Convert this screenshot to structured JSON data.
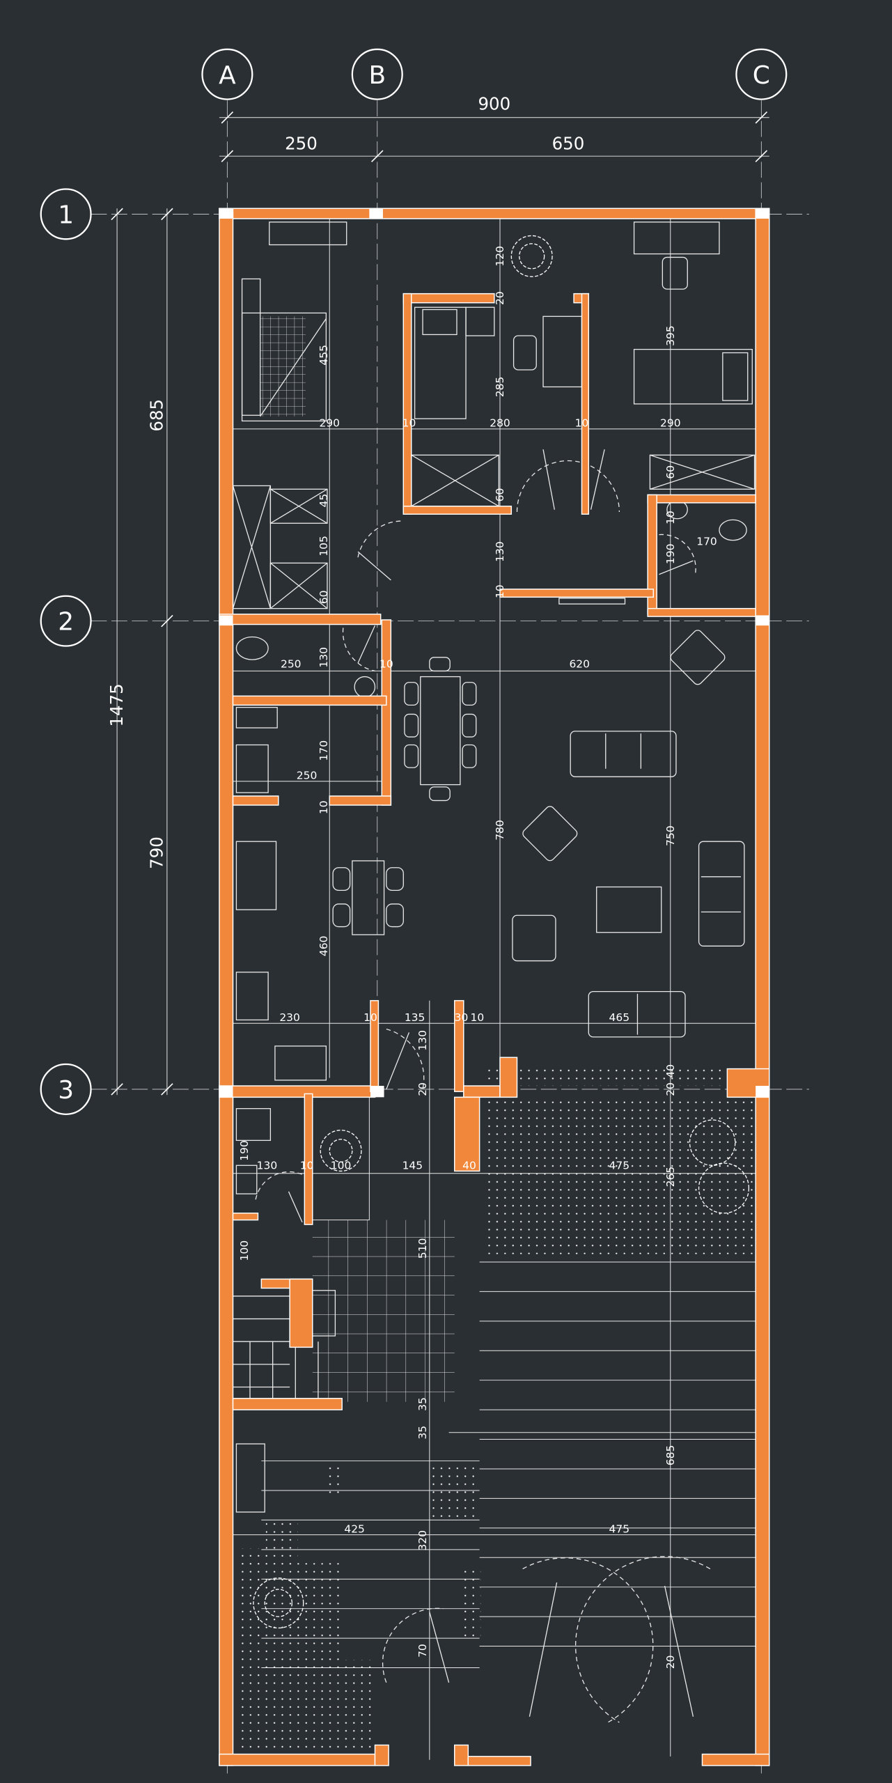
{
  "drawing": {
    "grid_columns": [
      "A",
      "B",
      "C"
    ],
    "grid_rows": [
      "1",
      "2",
      "3"
    ],
    "overall_dims": {
      "total_width": "900",
      "bay_ab": "250",
      "bay_bc": "650",
      "total_depth": "1475",
      "bay_12": "685",
      "bay_23": "790"
    },
    "interior_dims": [
      "455",
      "290",
      "10",
      "280",
      "10",
      "290",
      "120",
      "20",
      "285",
      "395",
      "60",
      "60",
      "45",
      "105",
      "130",
      "60",
      "190",
      "170",
      "10",
      "10",
      "250",
      "130",
      "10",
      "620",
      "170",
      "250",
      "10",
      "780",
      "750",
      "460",
      "230",
      "10",
      "135",
      "30",
      "10",
      "465",
      "130",
      "20",
      "40",
      "20",
      "190",
      "130",
      "10",
      "100",
      "145",
      "40",
      "475",
      "265",
      "100",
      "510",
      "35",
      "35",
      "685",
      "425",
      "320",
      "475",
      "70",
      "20"
    ],
    "colors": {
      "background": "#2a2f33",
      "wall": "#f0873a",
      "line": "#ffffff"
    }
  }
}
